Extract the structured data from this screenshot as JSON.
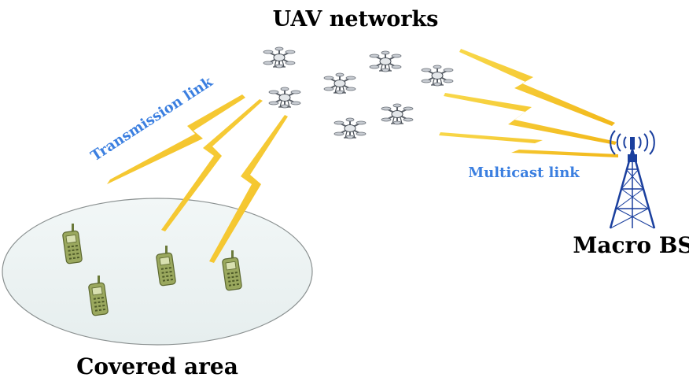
{
  "labels": {
    "uav_networks": "UAV networks",
    "transmission_link": "Transmission link",
    "multicast_link": "Multicast link",
    "macro_bs": "Macro BS",
    "covered_area": "Covered area"
  },
  "icons": {
    "drone": "quadcopter-drone-icon",
    "tower": "cell-tower-icon",
    "phone": "mobile-phone-icon",
    "lightning": "lightning-bolt-icon"
  },
  "colors": {
    "link_label": "#3b7fe0",
    "lightning": "#f5c518",
    "tower": "#1a3f9e",
    "area_fill": "#eef4f4",
    "phone": "#8a9a52"
  }
}
